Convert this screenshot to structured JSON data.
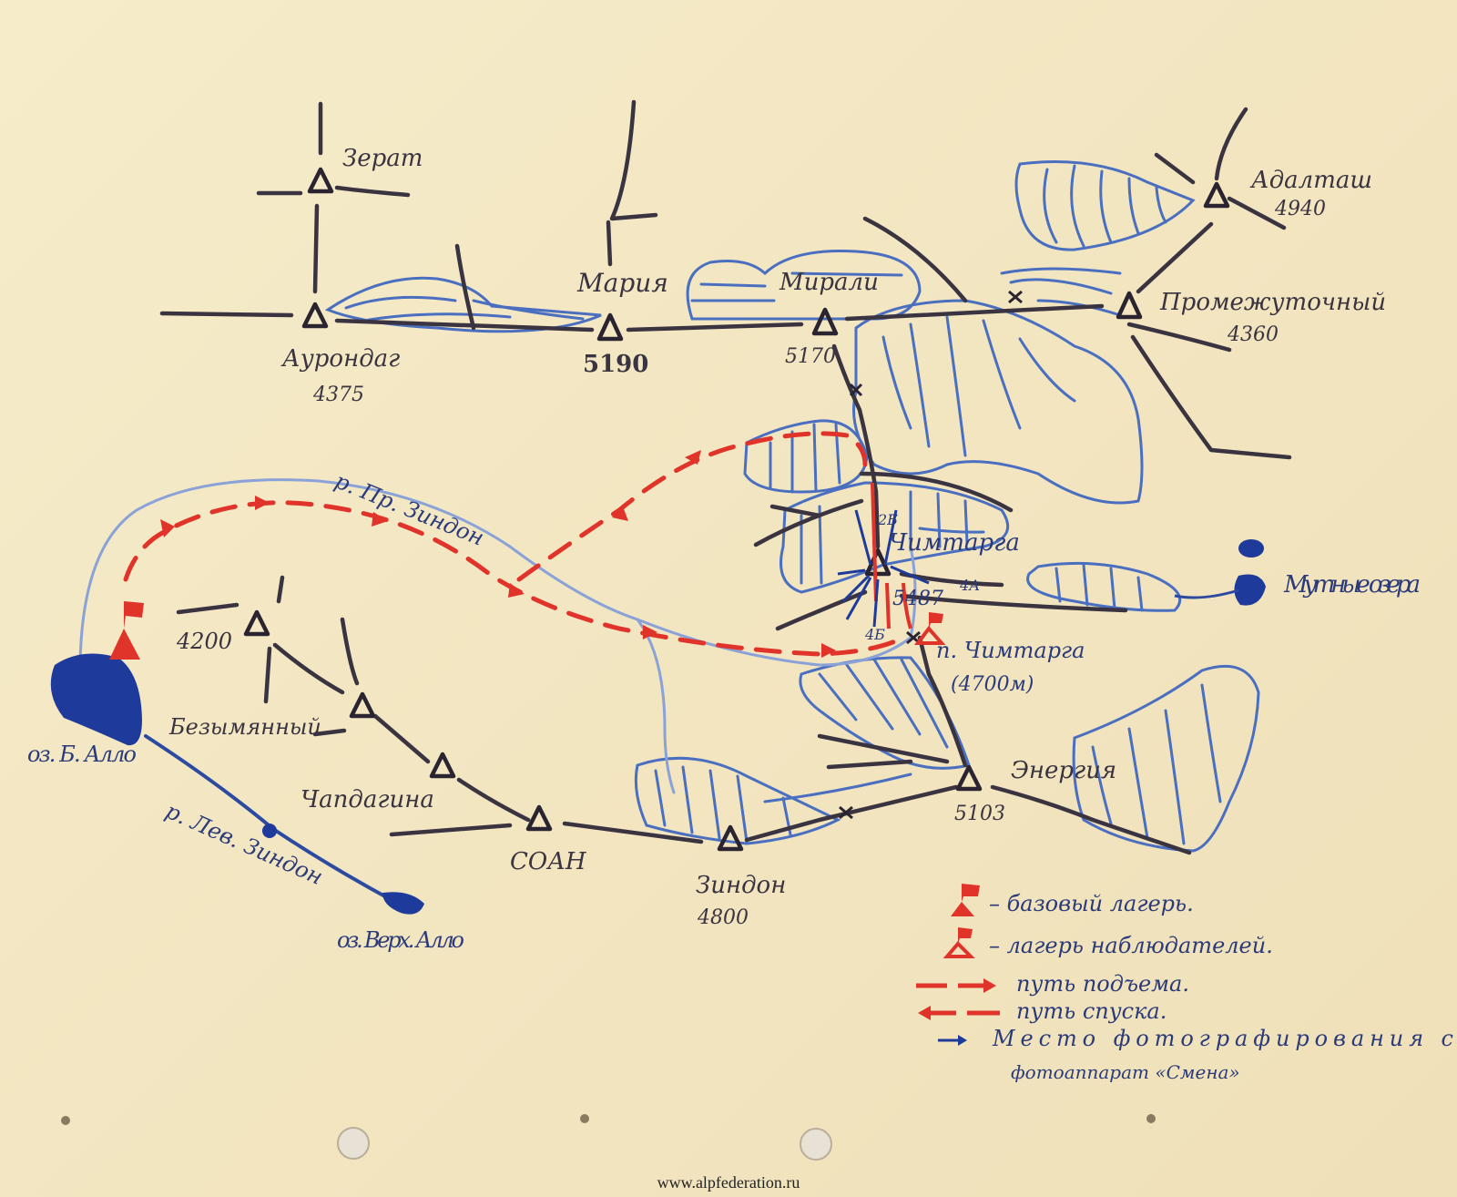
{
  "peaks": [
    {
      "name": "Зерат",
      "height": ""
    },
    {
      "name": "Аурондаг",
      "height": "4375"
    },
    {
      "name": "Мария",
      "height": "5190"
    },
    {
      "name": "Мирали",
      "height": "5170"
    },
    {
      "name": "Адалташ",
      "height": "4940"
    },
    {
      "name": "Промежуточный",
      "height": "4360"
    },
    {
      "name": "Чимтарга",
      "height": "5487"
    },
    {
      "name": "Безымянный",
      "height": ""
    },
    {
      "name": "Чапдагина",
      "height": ""
    },
    {
      "name": "СОАН",
      "height": ""
    },
    {
      "name": "Зиндон",
      "height": "4800"
    },
    {
      "name": "Энергия",
      "height": "5103"
    },
    {
      "name": "",
      "height": "4200"
    }
  ],
  "map_labels": {
    "river_right": "р. Пр. Зиндон",
    "river_left": "р. Лев. Зиндон",
    "lake_b_allo": "оз. Б. Алло",
    "lake_upper_allo": "оз. Верх. Алло",
    "mutnye_lakes": "Мутные озера",
    "pass": "п. Чимтарга",
    "pass_height": "(4700м)",
    "route_2b": "2Б",
    "route_4a": "4А",
    "route_4b": "4Б"
  },
  "legend": {
    "base_camp": "– базовый лагерь.",
    "observer_camp": "– лагерь наблюдателей.",
    "ascent": "путь подъема.",
    "descent": "путь спуска.",
    "photo_place": "Место фотографирования с",
    "photo_camera": "фотоаппарат «Смена»"
  },
  "watermark": "www.alpfederation.ru",
  "colors": {
    "paper": "#f3e8c6",
    "ridge_ink": "#3a3340",
    "glacier_blue": "#4a6fc0",
    "lake_blue": "#1e3a9a",
    "route_red": "#e0332a"
  }
}
